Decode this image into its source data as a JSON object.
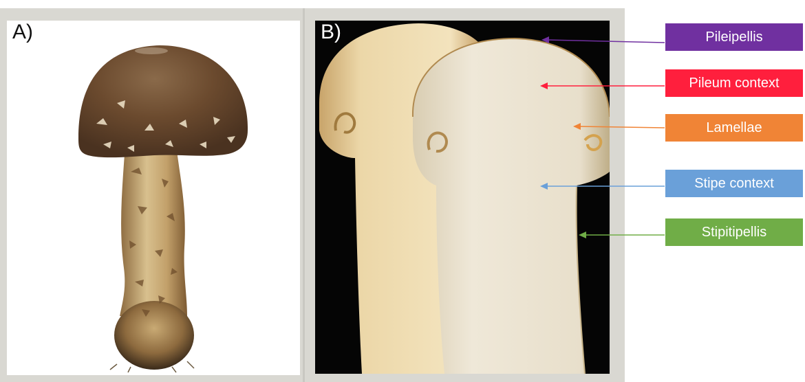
{
  "figure": {
    "panel_a_label": "A)",
    "panel_b_label": "B)"
  },
  "annotations": [
    {
      "label": "Pileipellis",
      "color": "#7030a0"
    },
    {
      "label": "Pileum context",
      "color": "#ff1f3d"
    },
    {
      "label": "Lamellae",
      "color": "#f08436"
    },
    {
      "label": "Stipe context",
      "color": "#6aa0d9"
    },
    {
      "label": "Stipitipellis",
      "color": "#70ad47"
    }
  ],
  "colors": {
    "frame": "#d9d8d2",
    "cap": "#6b4a2e",
    "stipe_scaly": "#b4955f",
    "section_flesh": "#f1e9d6",
    "section_background": "#050505"
  }
}
